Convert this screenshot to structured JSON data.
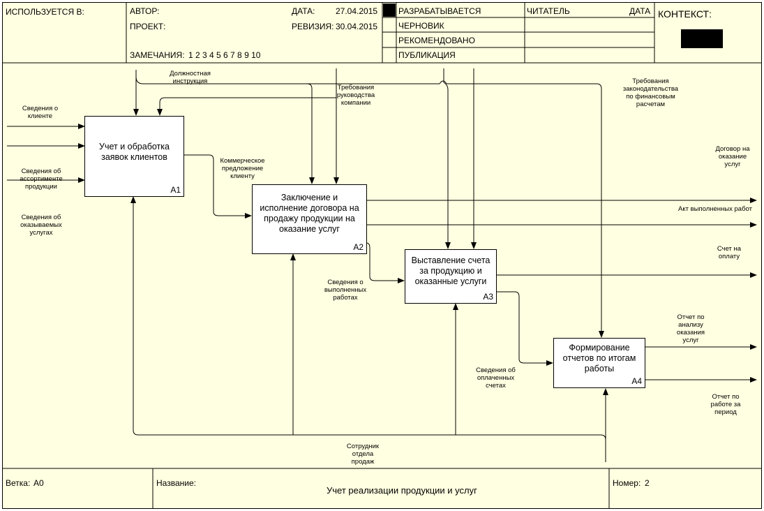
{
  "header": {
    "used_in": "ИСПОЛЬЗУЕТСЯ В:",
    "author_label": "АВТОР:",
    "project_label": "ПРОЕКТ:",
    "date_label": "ДАТА:",
    "date_value": "27.04.2015",
    "revision_label": "РЕВИЗИЯ:",
    "revision_value": "30.04.2015",
    "notes_label": "ЗАМЕЧАНИЯ:",
    "notes_numbers": "1  2  3  4  5  6  7  8  9  10",
    "status": [
      "РАЗРАБАТЫВАЕТСЯ",
      "ЧЕРНОВИК",
      "РЕКОМЕНДОВАНО",
      "ПУБЛИКАЦИЯ"
    ],
    "reader_label": "ЧИТАТЕЛЬ",
    "reader_date_label": "ДАТА",
    "context_label": "КОНТЕКСТ:"
  },
  "boxes": [
    {
      "id": "A1",
      "text": "Учет и обработка заявок клиентов"
    },
    {
      "id": "A2",
      "text": "Заключение и исполнение договора на продажу продукции на оказание услуг"
    },
    {
      "id": "A3",
      "text": "Выставление счета за продукцию и оказанные услуги"
    },
    {
      "id": "A4",
      "text": "Формирование отчетов по итогам работы"
    }
  ],
  "labels": {
    "client_info": "Сведения о\nклиенте",
    "assortment_info": "Сведения об\nассортименте\nпродукции",
    "services_info": "Сведения об\nоказываемых\nуслугах",
    "job_instruction": "Должностная\nинструкция",
    "management_req": "Требования\nруководства\nкомпании",
    "law_req": "Требования\nзаконодательства\nпо финансовым\nрасчетам",
    "commercial_offer": "Коммерческое\nпредложение\nклиенту",
    "contract": "Договор на\nоказание\nуслуг",
    "act": "Акт выполненных работ",
    "invoice": "Счет на\nоплату",
    "works_done": "Сведения о\nвыполненных\nработах",
    "paid_invoices": "Сведения об\nоплаченных\nсчетах",
    "report_analysis": "Отчет по\nанализу\nоказания\nуслуг",
    "report_period": "Отчет по\nработе за\nпериод",
    "employee": "Сотрудник\nотдела\nпродаж"
  },
  "footer": {
    "branch_label": "Ветка:",
    "branch_value": "A0",
    "name_label": "Название:",
    "name_value": "Учет реализации продукции и услуг",
    "number_label": "Номер:",
    "number_value": "2"
  }
}
